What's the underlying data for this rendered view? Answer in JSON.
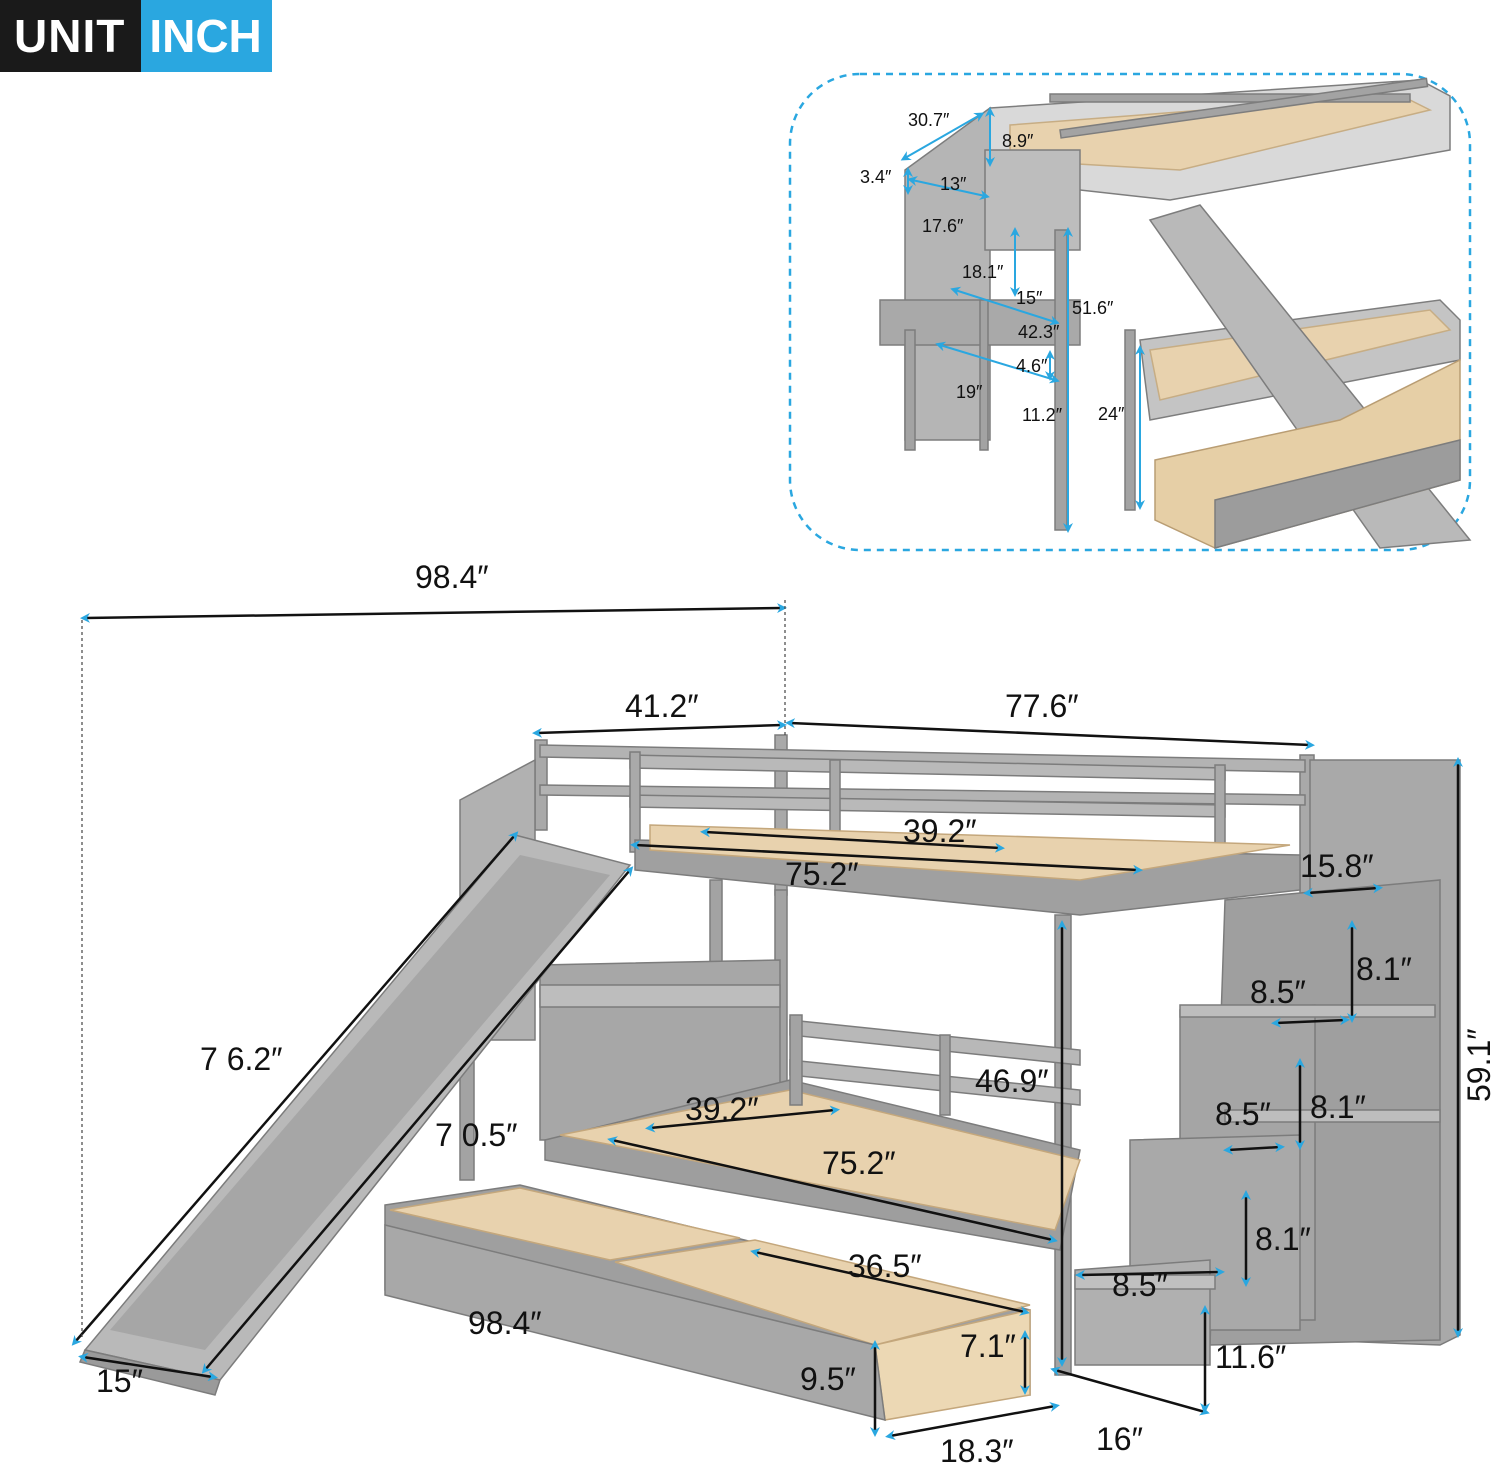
{
  "badge": {
    "unit": "UNIT",
    "value": "INCH"
  },
  "colors": {
    "accent": "#2aa7e0",
    "frame": "#9a9a9a",
    "wood": "#e9d5b2",
    "text": "#111111"
  },
  "inset": {
    "labels": {
      "d30_7": "30.7″",
      "d8_9": "8.9″",
      "d3_4": "3.4″",
      "d13": "13″",
      "d17_6": "17.6″",
      "d18_1": "18.1″",
      "d15": "15″",
      "d51_6": "51.6″",
      "d42_3": "42.3″",
      "d4_6": "4.6″",
      "d19": "19″",
      "d11_2": "11.2″",
      "d24": "24″"
    }
  },
  "main": {
    "labels": {
      "overall_length": "98.4″",
      "slide_width": "41.2″",
      "bed_length": "77.6″",
      "upper_inner_width": "39.2″",
      "upper_inner_length": "75.2″",
      "stair_depth": "15.8″",
      "step1_height": "8.1″",
      "step1_depth": "8.5″",
      "step2_height": "8.1″",
      "step2_depth": "8.5″",
      "step3_height": "8.1″",
      "step3_depth": "8.5″",
      "overall_height": "59.1″",
      "clearance_height": "46.9″",
      "lower_inner_width": "39.2″",
      "lower_inner_length": "75.2″",
      "slide_outer_length": "7 6.2″",
      "slide_inner_length": "7 0.5″",
      "drawer_length_outer": "98.4″",
      "drawer_length_inner": "36.5″",
      "drawer_height_inner": "7.1″",
      "drawer_height_outer": "9.5″",
      "drawer_depth": "18.3″",
      "stair_width": "16″",
      "slide_bottom_width": "15″",
      "bottom_step_height": "11.6″"
    }
  }
}
